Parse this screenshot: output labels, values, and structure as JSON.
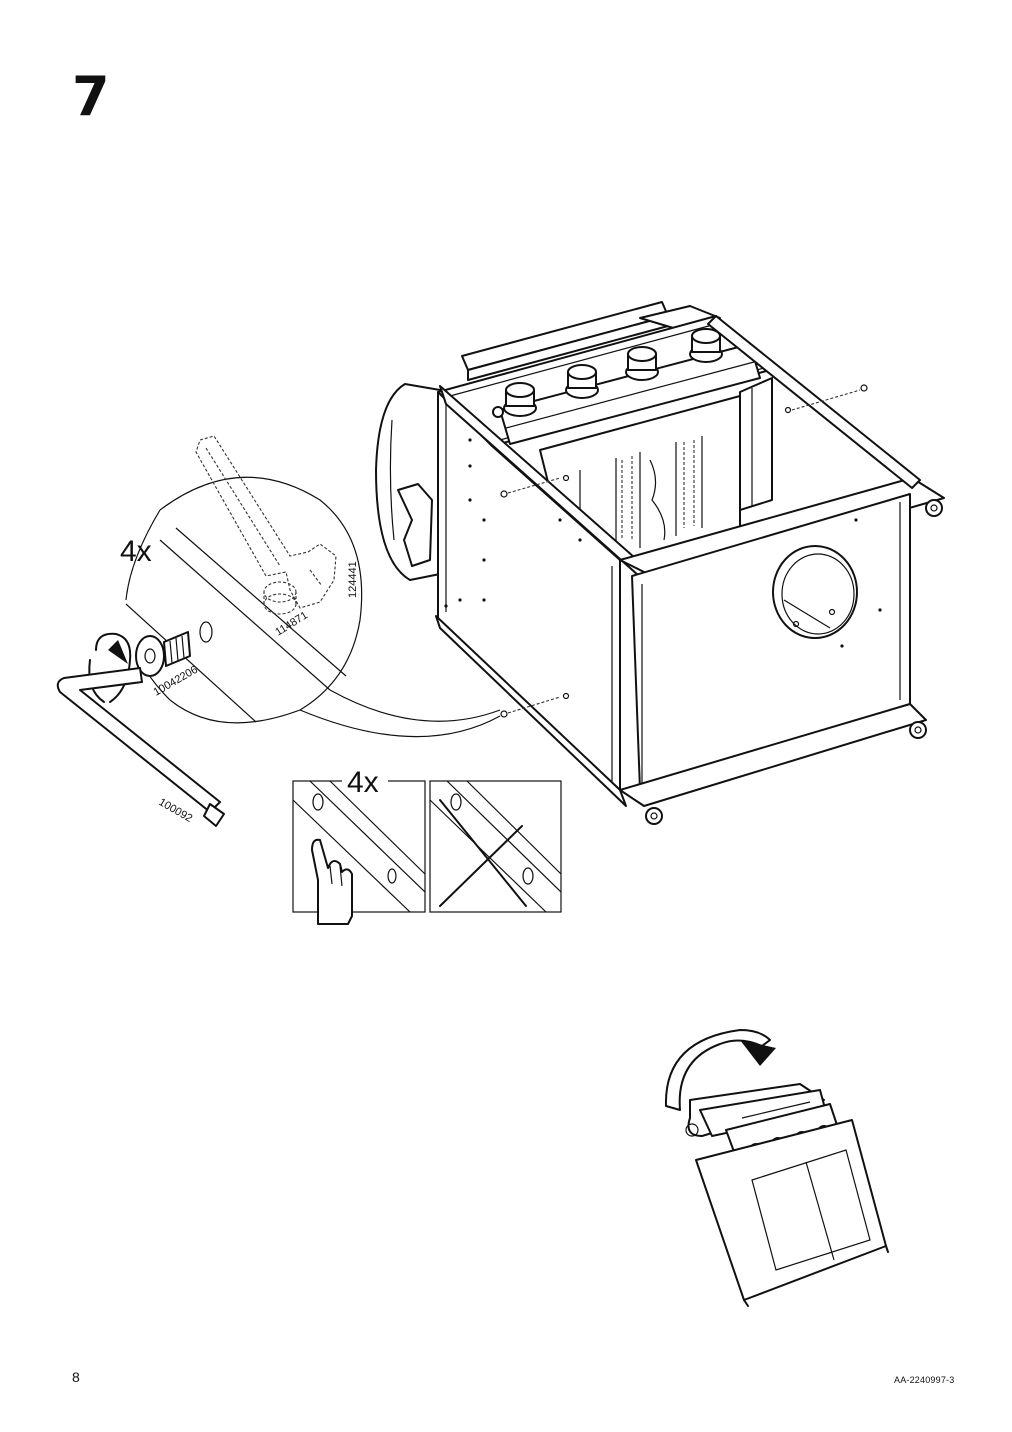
{
  "step": {
    "number": "7"
  },
  "callout": {
    "quantity": "4x",
    "parts": {
      "wrench": "124441",
      "nut": "114871",
      "bolt": "10042206",
      "allen_key": "100092"
    }
  },
  "check_panel": {
    "quantity": "4x"
  },
  "footer": {
    "page_number": "8",
    "doc_code": "AA-2240997-3"
  }
}
